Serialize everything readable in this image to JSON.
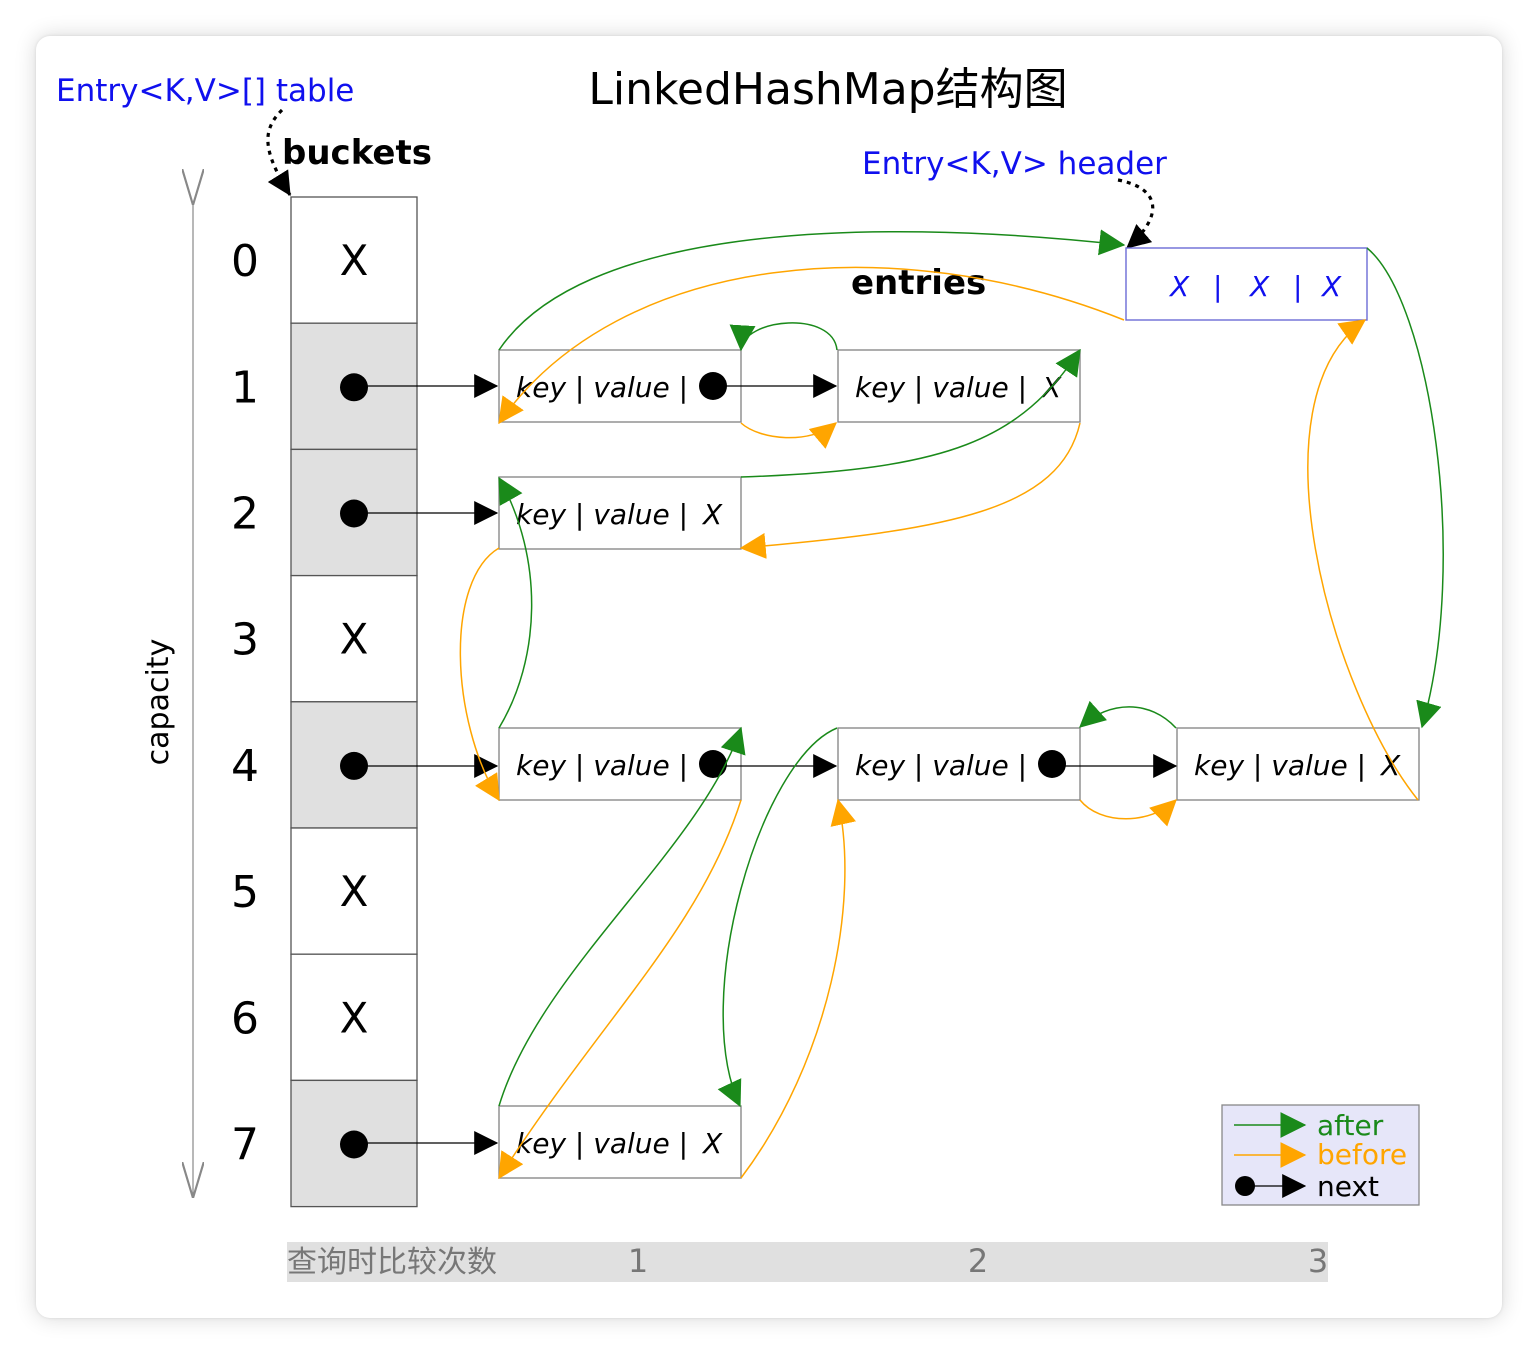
{
  "title": "LinkedHashMap结构图",
  "table_label": "Entry<K,V>[] table",
  "buckets_label": "buckets",
  "header_label": "Entry<K,V> header",
  "entries_label": "entries",
  "capacity_label": "capacity",
  "header_entry": {
    "before": "X",
    "sep": "|",
    "middle": "X",
    "after": "X"
  },
  "bucket_empty": "X",
  "buckets": [
    {
      "index": "0",
      "empty": true
    },
    {
      "index": "1",
      "empty": false
    },
    {
      "index": "2",
      "empty": false
    },
    {
      "index": "3",
      "empty": true
    },
    {
      "index": "4",
      "empty": false
    },
    {
      "index": "5",
      "empty": true
    },
    {
      "index": "6",
      "empty": true
    },
    {
      "index": "7",
      "empty": false
    }
  ],
  "entry_text": {
    "kv": "key | value |",
    "null": "X"
  },
  "legend": {
    "after": "after",
    "before": "before",
    "next": "next"
  },
  "colors": {
    "after": "#1a8a1a",
    "before": "#ffa500",
    "next": "#000000",
    "pointer_label": "#1010ee"
  },
  "axis": {
    "label": "查询时比较次数",
    "ticks": [
      "1",
      "2",
      "3"
    ]
  }
}
